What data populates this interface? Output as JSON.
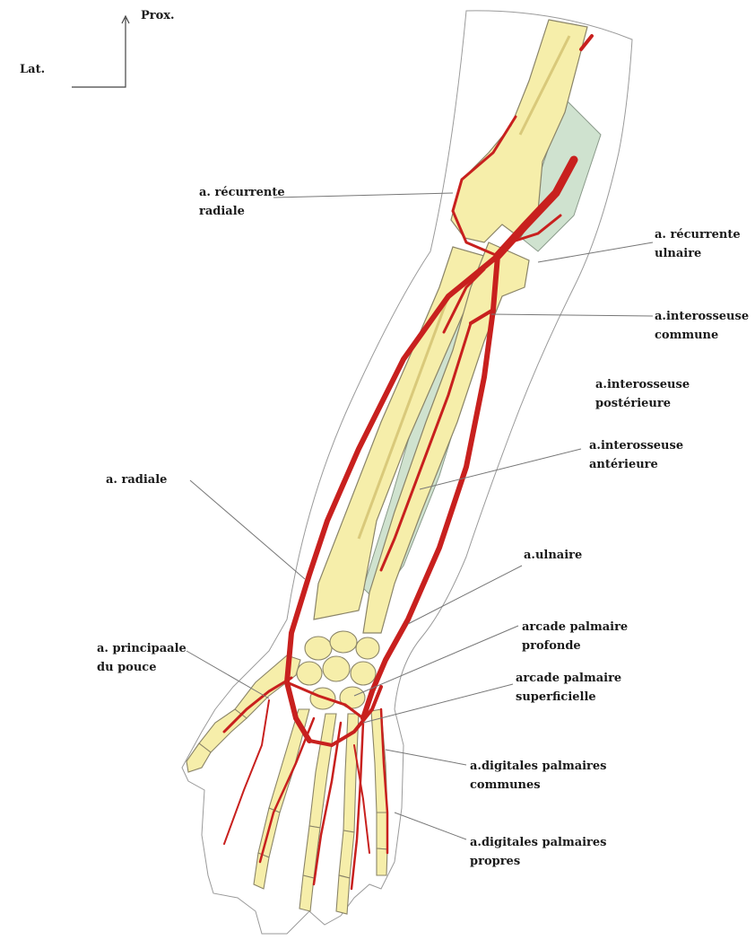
{
  "orientation": {
    "proximal": "Prox.",
    "lateral": "Lat."
  },
  "labels": {
    "recurrente_radiale": [
      "a. récurrente",
      "radiale"
    ],
    "recurrente_ulnaire": [
      "a. récurrente",
      "ulnaire"
    ],
    "interosseuse_commune": [
      "a.interosseuse",
      "commune"
    ],
    "interosseuse_posterieure": [
      "a.interosseuse",
      "postérieure"
    ],
    "interosseuse_anterieure": [
      "a.interosseuse",
      "antérieure"
    ],
    "radiale": [
      "a. radiale"
    ],
    "ulnaire": [
      "a.ulnaire"
    ],
    "arcade_profonde": [
      "arcade palmaire",
      "profonde"
    ],
    "arcade_superficielle": [
      "arcade palmaire",
      "superficielle"
    ],
    "principale_pouce": [
      "a. principaale",
      "du pouce"
    ],
    "digitales_communes": [
      "a.digitales palmaires",
      "communes"
    ],
    "digitales_propres": [
      "a.digitales palmaires",
      "propres"
    ]
  },
  "colors": {
    "artery": "#c8201e",
    "bone": "#f6eeaa",
    "bone_outline": "#8a8468",
    "membrane": "#cfe2cf",
    "skin_outline": "#9a9a9a",
    "leader": "#777777"
  }
}
